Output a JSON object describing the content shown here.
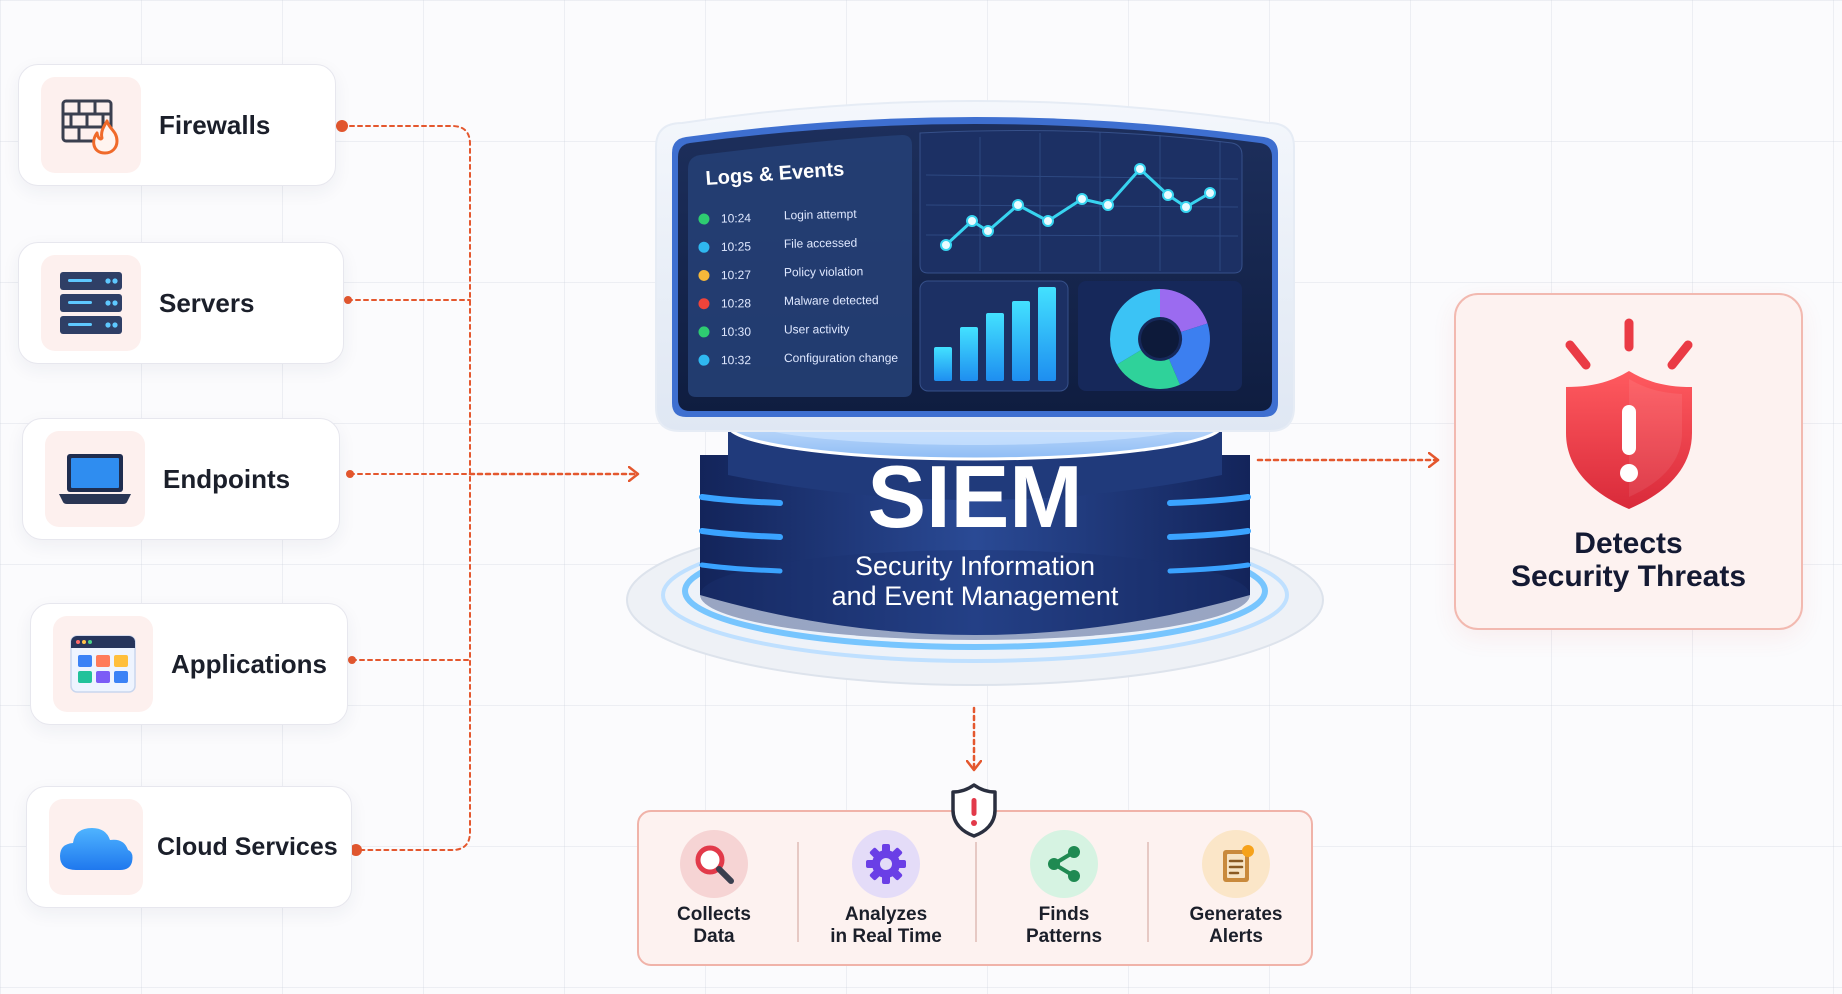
{
  "sources": [
    {
      "label": "Firewalls",
      "icon": "firewall-icon"
    },
    {
      "label": "Servers",
      "icon": "server-icon"
    },
    {
      "label": "Endpoints",
      "icon": "laptop-icon"
    },
    {
      "label": "Applications",
      "icon": "app-window-icon"
    },
    {
      "label": "Cloud Services",
      "icon": "cloud-icon"
    }
  ],
  "siem": {
    "title": "SIEM",
    "subtitle_line1": "Security Information",
    "subtitle_line2": "and Event Management"
  },
  "dashboard": {
    "logs_title": "Logs & Events",
    "logs": [
      {
        "time": "10:24",
        "event": "Login attempt",
        "status_color": "#2ecc71"
      },
      {
        "time": "10:25",
        "event": "File accessed",
        "status_color": "#2fb8f0"
      },
      {
        "time": "10:27",
        "event": "Policy violation",
        "status_color": "#f5b83a"
      },
      {
        "time": "10:28",
        "event": "Malware detected",
        "status_color": "#f0443a"
      },
      {
        "time": "10:30",
        "event": "User activity",
        "status_color": "#2ecc71"
      },
      {
        "time": "10:32",
        "event": "Configuration change",
        "status_color": "#2fb8f0"
      }
    ]
  },
  "output": {
    "title_line1": "Detects",
    "title_line2": "Security Threats",
    "icon": "shield-alert-icon"
  },
  "functions": [
    {
      "line1": "Collects",
      "line2": "Data",
      "icon": "magnifier-icon",
      "color": "#f6d4d4"
    },
    {
      "line1": "Analyzes",
      "line2": "in Real Time",
      "icon": "gear-icon",
      "color": "#e4dcf8"
    },
    {
      "line1": "Finds",
      "line2": "Patterns",
      "icon": "share-nodes-icon",
      "color": "#d6f3e2"
    },
    {
      "line1": "Generates",
      "line2": "Alerts",
      "icon": "clipboard-alert-icon",
      "color": "#fbe6c8"
    }
  ],
  "colors": {
    "accent_orange": "#e4572e",
    "siem_navy": "#1b2f6b",
    "glow_blue": "#3aa3ff",
    "alert_red": "#ea3b45"
  }
}
